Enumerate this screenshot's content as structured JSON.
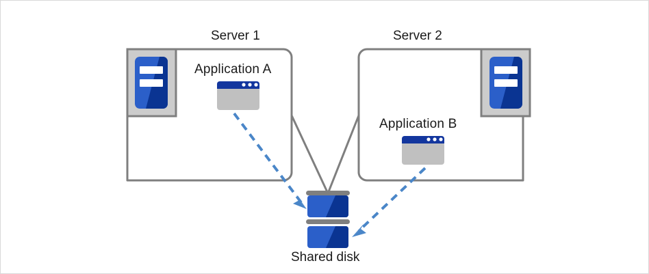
{
  "diagram": {
    "title": "Shared disk cluster diagram",
    "nodes": {
      "server1": {
        "label": "Server 1",
        "app_label": "Application  A",
        "icon": "server-icon",
        "app_icon": "application-window-icon"
      },
      "server2": {
        "label": "Server 2",
        "app_label": "Application  B",
        "icon": "server-icon",
        "app_icon": "application-window-icon"
      },
      "shared_disk": {
        "label": "Shared disk",
        "icon": "disk-stack-icon",
        "platters": 2
      }
    },
    "connectors": [
      {
        "name": "server1-to-disk-link",
        "style": "solid",
        "color": "#7f7f7f",
        "from": "server1",
        "to": "shared-disk",
        "arrow": false
      },
      {
        "name": "server2-to-disk-link",
        "style": "solid",
        "color": "#7f7f7f",
        "from": "server2",
        "to": "shared-disk",
        "arrow": false
      },
      {
        "name": "application-a-to-disk-access",
        "style": "dashed",
        "color": "#4a86c8",
        "from": "application-a",
        "to": "shared-disk",
        "arrow": true
      },
      {
        "name": "application-b-to-disk-access",
        "style": "dashed",
        "color": "#4a86c8",
        "from": "application-b",
        "to": "shared-disk",
        "arrow": true
      }
    ],
    "colors": {
      "box_border": "#7f7f7f",
      "icon_frame": "#cccccc",
      "icon_frame_border": "#7f7f7f",
      "blue_light": "#2b5fc9",
      "blue_dark": "#0a3492",
      "titlebar": "#13369e",
      "window_body": "#c0c0c0",
      "dashed_arrow": "#4a86c8",
      "disk_separator": "#7f7f7f",
      "canvas_border": "#d9d9d9",
      "text": "#1a1a1a"
    }
  }
}
